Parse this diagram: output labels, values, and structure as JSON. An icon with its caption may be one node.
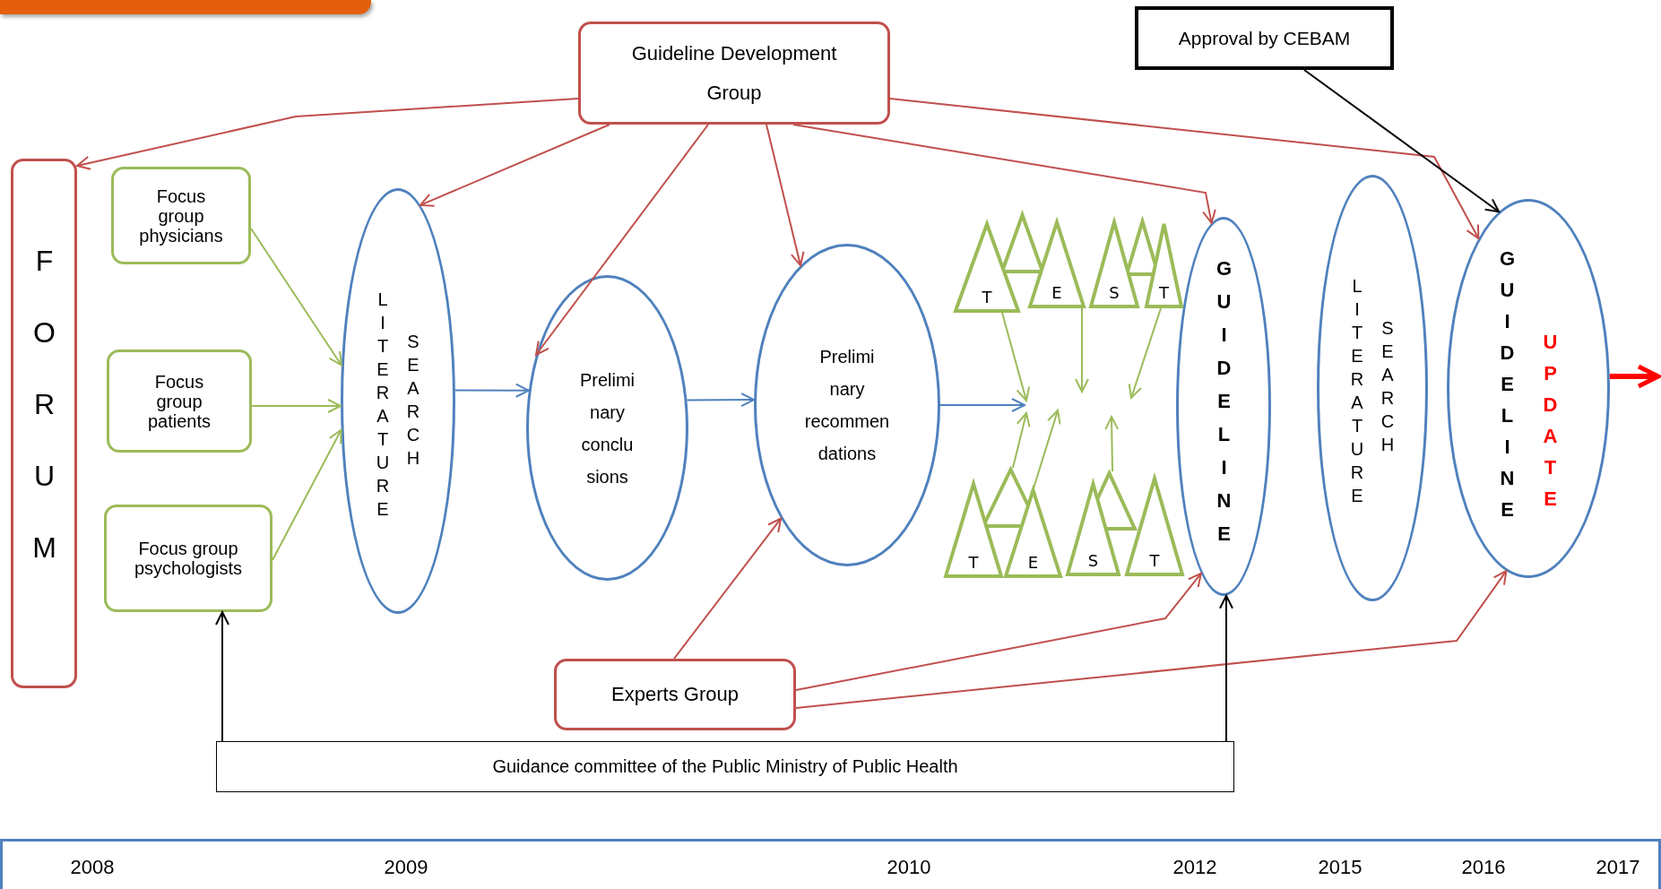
{
  "diagram": {
    "nodes": [
      {
        "text": [
          "Guideline Development Group"
        ]
      },
      {
        "text": [
          "Approval by CEBAM"
        ]
      },
      {
        "text": [
          "FORUM"
        ]
      },
      {
        "text": [
          "Focus group physicians"
        ]
      },
      {
        "text": [
          "Focus group patients"
        ]
      },
      {
        "text": [
          "Focus group psychologists"
        ]
      },
      {
        "text": [
          "LITERATURE SEARCH"
        ]
      },
      {
        "text": [
          "Prelimi nary conclu sions"
        ]
      },
      {
        "text": [
          "Prelimi nary recommen dations"
        ]
      },
      {
        "text": [
          "T"
        ]
      },
      {
        "text": [],
        "shape": "triangle"
      },
      {
        "text": [
          "E"
        ]
      },
      {
        "text": [
          "S"
        ]
      },
      {
        "text": [],
        "shape": "triangle"
      },
      {
        "text": [
          "T"
        ]
      },
      {
        "text": [
          "T"
        ]
      },
      {
        "text": [],
        "shape": "triangle"
      },
      {
        "text": [
          "E"
        ]
      },
      {
        "text": [
          "S"
        ]
      },
      {
        "text": [],
        "shape": "triangle"
      },
      {
        "text": [
          "T"
        ]
      },
      {
        "text": [
          "GUIDELINE"
        ]
      },
      {
        "text": [
          "LITERATURE SEARCH"
        ]
      },
      {
        "text": [
          "GUIDELINE",
          "UPDATE"
        ]
      },
      {
        "text": [
          "Experts Group"
        ]
      },
      {
        "text": [
          "Guidance committee of the Public Ministry of Public Health"
        ]
      }
    ],
    "edges": [
      {
        "from": 0,
        "to": 2,
        "arrow": "to"
      },
      {
        "from": 0,
        "to": 6,
        "arrow": "to"
      },
      {
        "from": 0,
        "to": 7,
        "arrow": "to"
      },
      {
        "from": 0,
        "to": 8,
        "arrow": "to"
      },
      {
        "from": 0,
        "to": 21,
        "arrow": "to"
      },
      {
        "from": 0,
        "to": 23,
        "arrow": "to"
      },
      {
        "from": 24,
        "to": 8,
        "arrow": "to"
      },
      {
        "from": 24,
        "to": 21,
        "arrow": "to"
      },
      {
        "from": 24,
        "to": 23,
        "arrow": "to"
      },
      {
        "from": 6,
        "to": 7,
        "arrow": "to",
        "color": "#4f81bd"
      },
      {
        "from": 7,
        "to": 8,
        "arrow": "to",
        "color": "#4f81bd"
      },
      {
        "from": 8,
        "to": null,
        "arrow": "to",
        "color": "#4f81bd"
      },
      {
        "from": 3,
        "to": 6,
        "arrow": "to",
        "color": "#9bbb59"
      },
      {
        "from": 4,
        "to": 6,
        "arrow": "to",
        "color": "#9bbb59"
      },
      {
        "from": 5,
        "to": 6,
        "arrow": "to",
        "color": "#9bbb59"
      },
      {
        "from": 9,
        "to": null,
        "arrow": "to",
        "color": "#9bbb59"
      },
      {
        "from": 11,
        "to": null,
        "arrow": "to",
        "color": "#9bbb59"
      },
      {
        "from": 14,
        "to": null,
        "arrow": "to",
        "color": "#9bbb59"
      },
      {
        "from": 16,
        "to": null,
        "arrow": "to",
        "color": "#9bbb59"
      },
      {
        "from": 17,
        "to": null,
        "arrow": "to",
        "color": "#9bbb59"
      },
      {
        "from": 19,
        "to": null,
        "arrow": "to",
        "color": "#9bbb59"
      },
      {
        "from": 1,
        "to": 23,
        "arrow": "to",
        "color": "#000000"
      },
      {
        "from": 25,
        "to": 5,
        "arrow": "to",
        "color": "#000000"
      },
      {
        "from": 25,
        "to": 21,
        "arrow": "to",
        "color": "#000000"
      },
      {
        "from": 23,
        "to": null,
        "arrow": "to",
        "style": "thick",
        "color": "#ff0000"
      }
    ],
    "labels": [
      "2008",
      "2009",
      "2010",
      "2012",
      "2015",
      "2016",
      "2017"
    ]
  }
}
